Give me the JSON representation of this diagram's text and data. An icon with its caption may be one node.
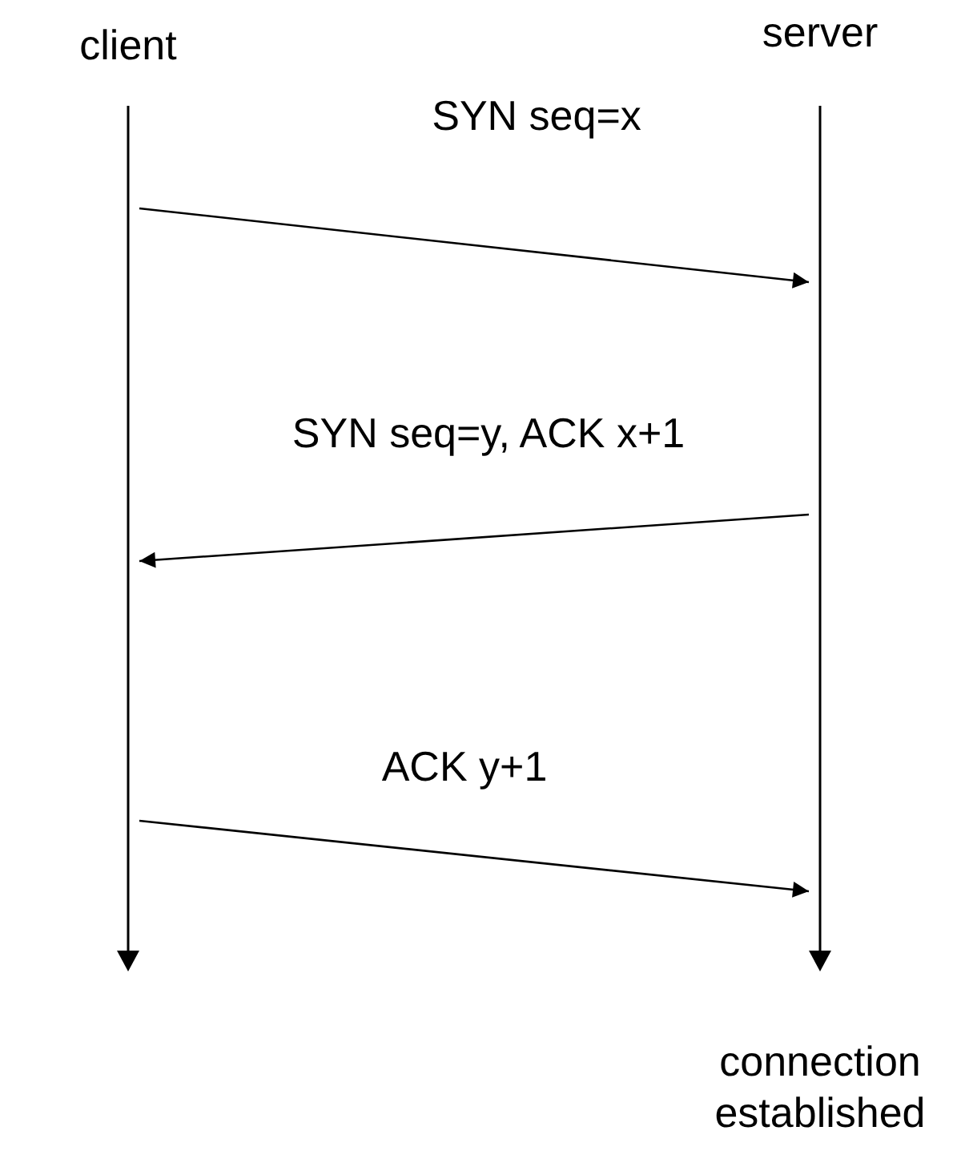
{
  "diagram": {
    "nodes": [
      {
        "text": [],
        "shape": "bar"
      },
      {
        "text": [],
        "shape": "bar"
      }
    ],
    "edges": [
      {
        "from": 0,
        "to": 1,
        "arrow": "to",
        "label": "SYN seq=x"
      },
      {
        "from": 1,
        "to": 0,
        "arrow": "to",
        "label": "SYN seq=y, ACK x+1"
      },
      {
        "from": 0,
        "to": 1,
        "arrow": "to",
        "label": "ACK y+1"
      }
    ],
    "labels": [
      "client",
      "server",
      "connection established"
    ]
  }
}
